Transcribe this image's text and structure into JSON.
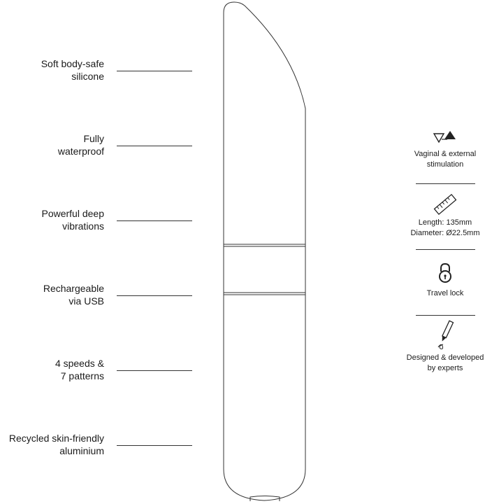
{
  "features": [
    {
      "line1": "Soft body-safe",
      "line2": "silicone"
    },
    {
      "line1": "Fully",
      "line2": "waterproof"
    },
    {
      "line1": "Powerful deep",
      "line2": "vibrations"
    },
    {
      "line1": "Rechargeable",
      "line2": "via USB"
    },
    {
      "line1": "4 speeds &",
      "line2": "7 patterns"
    },
    {
      "line1": "Recycled skin-friendly",
      "line2": "aluminium"
    }
  ],
  "specs": [
    {
      "icon": "triangles-icon",
      "line1": "Vaginal & external",
      "line2": "stimulation"
    },
    {
      "icon": "ruler-icon",
      "line1": "Length: 135mm",
      "line2": "Diameter: Ø22.5mm"
    },
    {
      "icon": "padlock-icon",
      "line1": "Travel lock",
      "line2": ""
    },
    {
      "icon": "pencil-icon",
      "line1": "Designed & developed",
      "line2": "by experts"
    }
  ]
}
